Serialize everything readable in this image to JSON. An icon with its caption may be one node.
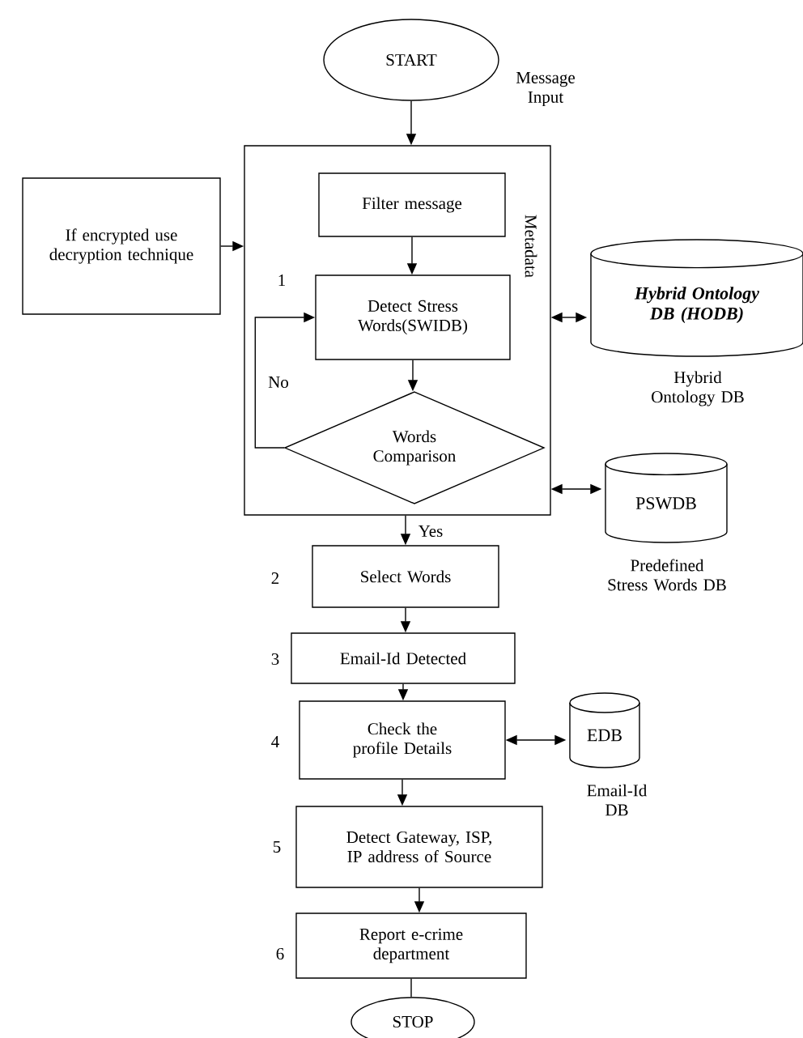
{
  "diagram": {
    "nodes": [
      {
        "text": [
          "START"
        ],
        "beside": [
          "Message Input"
        ]
      },
      {
        "text": [
          "Metadata"
        ]
      },
      {
        "text": [
          "If encrypted use decryption technique"
        ]
      },
      {
        "text": [
          "Filter message"
        ],
        "in": 1
      },
      {
        "text": [
          "Detect Stress Words(SWIDB)"
        ],
        "in": 1,
        "beside": [
          "1"
        ]
      },
      {
        "text": [
          "Words Comparison"
        ],
        "in": 1
      },
      {
        "text": [
          "Hybrid Ontology DB (HODB)"
        ],
        "beside": [
          "Hybrid Ontology DB"
        ]
      },
      {
        "text": [
          "PSWDB"
        ],
        "beside": [
          "Predefined Stress Words DB"
        ]
      },
      {
        "text": [
          "Select Words"
        ],
        "beside": [
          "2"
        ]
      },
      {
        "text": [
          "Email-Id Detected"
        ],
        "beside": [
          "3"
        ]
      },
      {
        "text": [
          "Check the profile Details"
        ],
        "beside": [
          "4"
        ]
      },
      {
        "text": [
          "EDB"
        ],
        "beside": [
          "Email-Id DB"
        ]
      },
      {
        "text": [
          "Detect Gateway, ISP, IP address of Source"
        ],
        "beside": [
          "5"
        ]
      },
      {
        "text": [
          "Report e-crime department"
        ],
        "beside": [
          "6"
        ]
      },
      {
        "text": [
          "STOP"
        ]
      }
    ],
    "edges": [
      {
        "from": 0,
        "to": 1,
        "arrow": "to"
      },
      {
        "from": 2,
        "to": 1,
        "arrow": "to"
      },
      {
        "from": 3,
        "to": 4,
        "arrow": "to"
      },
      {
        "from": 4,
        "to": 5,
        "arrow": "to"
      },
      {
        "from": 5,
        "to": 4,
        "arrow": "to",
        "label": "No"
      },
      {
        "from": 1,
        "to": 6,
        "arrow": "both"
      },
      {
        "from": 1,
        "to": 7,
        "arrow": "both"
      },
      {
        "from": 1,
        "to": 8,
        "arrow": "to",
        "label": "Yes"
      },
      {
        "from": 8,
        "to": 9,
        "arrow": "to"
      },
      {
        "from": 9,
        "to": 10,
        "arrow": "to"
      },
      {
        "from": 10,
        "to": 11,
        "arrow": "both"
      },
      {
        "from": 10,
        "to": 12,
        "arrow": "to"
      },
      {
        "from": 12,
        "to": 13,
        "arrow": "to"
      },
      {
        "from": 13,
        "to": 14,
        "arrow": "none"
      }
    ]
  }
}
